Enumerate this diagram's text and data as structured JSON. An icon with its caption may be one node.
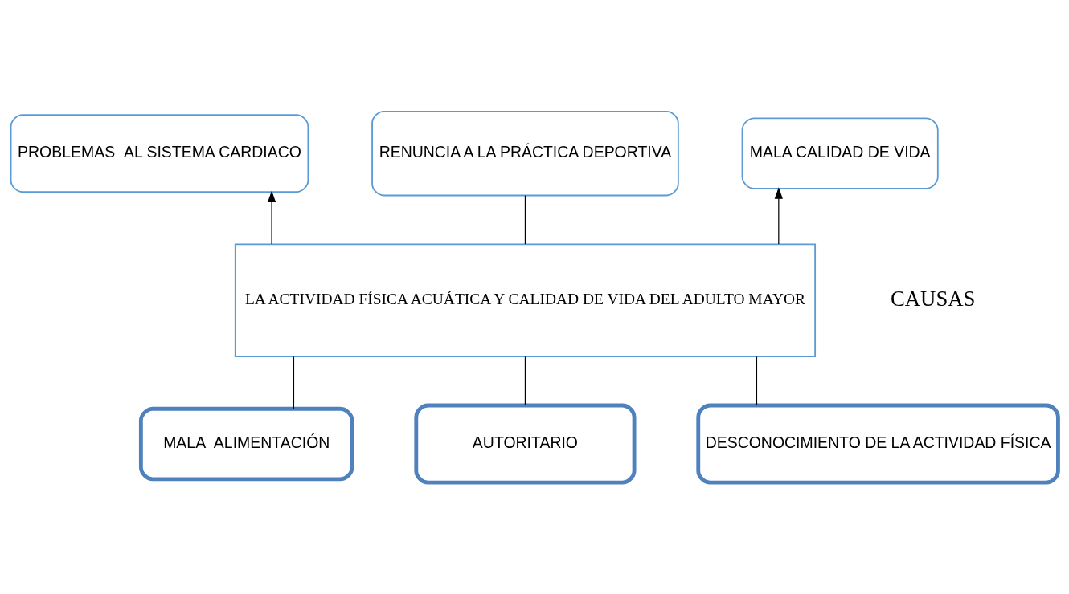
{
  "diagram": {
    "nodes": [
      {
        "text": [
          "PROBLEMAS  AL SISTEMA CARDIACO"
        ]
      },
      {
        "text": [
          "RENUNCIA A LA PRÁCTICA DEPORTIVA"
        ]
      },
      {
        "text": [
          "MALA CALIDAD DE VIDA"
        ]
      },
      {
        "text": [
          "LA ACTIVIDAD FÍSICA ACUÁTICA Y CALIDAD DE VIDA DEL ADULTO MAYOR"
        ]
      },
      {
        "text": [
          "MALA  ALIMENTACIÓN"
        ]
      },
      {
        "text": [
          "AUTORITARIO"
        ]
      },
      {
        "text": [
          "DESCONOCIMIENTO DE LA ACTIVIDAD FÍSICA"
        ]
      }
    ],
    "edges": [
      {
        "from": 3,
        "to": 0,
        "arrow": "to"
      },
      {
        "from": 3,
        "to": 1,
        "arrow": "none"
      },
      {
        "from": 3,
        "to": 2,
        "arrow": "to"
      },
      {
        "from": 4,
        "to": 3,
        "arrow": "none"
      },
      {
        "from": 5,
        "to": 3,
        "arrow": "none"
      },
      {
        "from": 6,
        "to": 3,
        "arrow": "none"
      }
    ],
    "labels": [
      "CAUSAS"
    ]
  }
}
